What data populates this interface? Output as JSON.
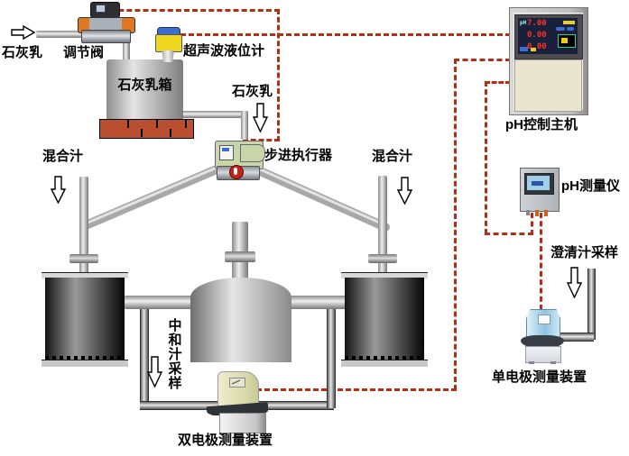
{
  "labels": {
    "lime_milk_in": "石灰乳",
    "control_valve": "调节阀",
    "ultrasonic_level_meter": "超声波液位计",
    "lime_milk_tank": "石灰乳箱",
    "lime_milk_feed": "石灰乳",
    "step_actuator": "步进执行器",
    "mixed_juice_left": "混合汁",
    "mixed_juice_right": "混合汁",
    "ph_controller": "pH控制主机",
    "ph_meter": "pH测量仪",
    "clarified_juice_sample": "澄清汁采样",
    "neutralized_juice_sample": "中和汁采样",
    "dual_electrode_device": "双电极测量装置",
    "single_electrode_device": "单电极测量装置"
  },
  "controller_screen": {
    "ph_label": "pH",
    "rows": [
      "7.00",
      "0.00",
      "0.00"
    ]
  },
  "colors": {
    "signal_dash": "#b22f16",
    "valve_orange": "#e07820",
    "sensor_yellow": "#f0d820",
    "sensor_blue": "#3a6ed0",
    "actuator_green": "#c9d6a8",
    "panel_door_beige": "#e9e5cf",
    "screen_navy": "#18203c",
    "digit_red": "#ff3320",
    "device_blue": "#bfe0f2",
    "device_cream": "#e3e3bd",
    "brick_red": "#b94f2e"
  }
}
